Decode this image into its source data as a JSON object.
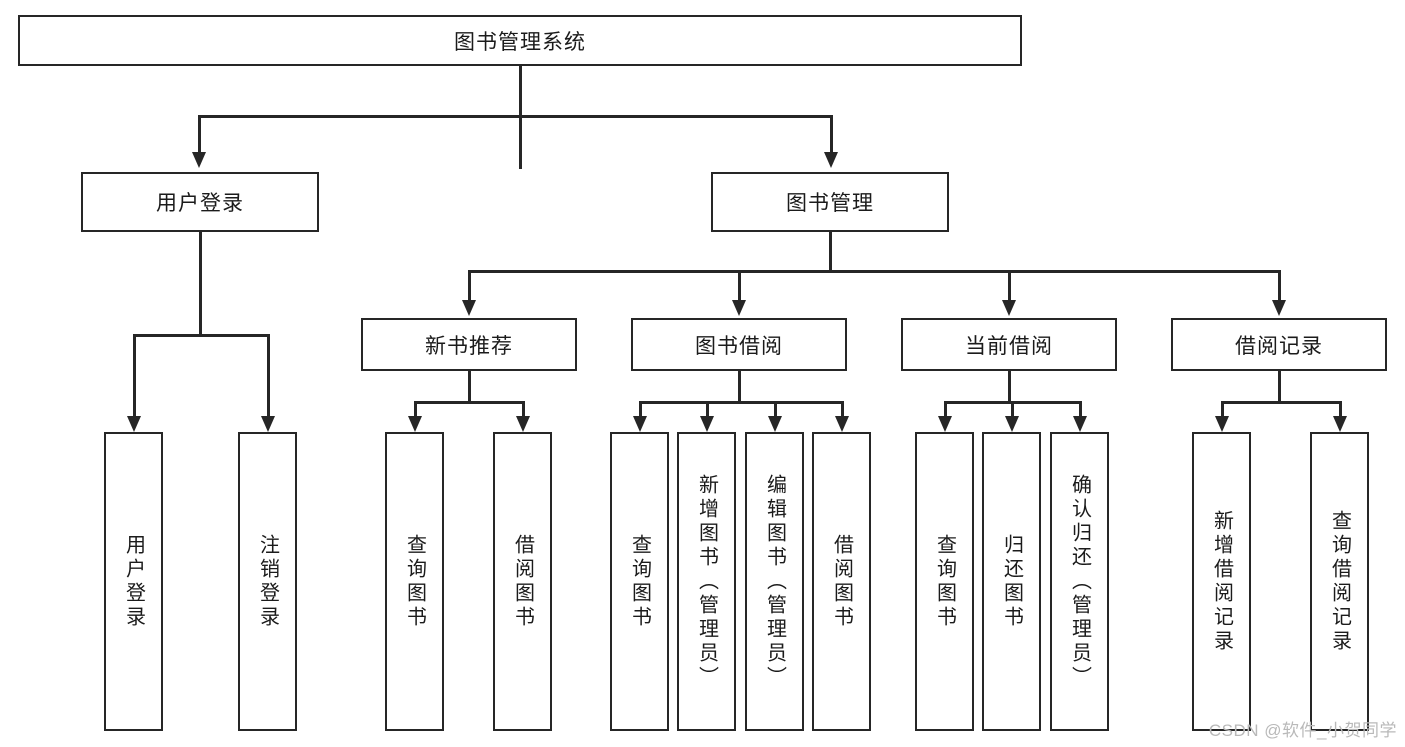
{
  "diagram": {
    "title": "图书管理系统",
    "type": "tree-hierarchy",
    "root": {
      "id": "root",
      "label": "图书管理系统"
    },
    "level2": [
      {
        "id": "user-login",
        "label": "用户登录"
      },
      {
        "id": "book-manage",
        "label": "图书管理"
      }
    ],
    "level3": [
      {
        "id": "new-book-rec",
        "label": "新书推荐",
        "parent": "book-manage"
      },
      {
        "id": "book-borrow",
        "label": "图书借阅",
        "parent": "book-manage"
      },
      {
        "id": "current-borrow",
        "label": "当前借阅",
        "parent": "book-manage"
      },
      {
        "id": "borrow-record",
        "label": "借阅记录",
        "parent": "book-manage"
      }
    ],
    "leaves": {
      "user-login": [
        {
          "id": "leaf-user-login",
          "label": "用户登录"
        },
        {
          "id": "leaf-logout",
          "label": "注销登录"
        }
      ],
      "new-book-rec": [
        {
          "id": "leaf-query-book-1",
          "label": "查询图书"
        },
        {
          "id": "leaf-borrow-book-1",
          "label": "借阅图书"
        }
      ],
      "book-borrow": [
        {
          "id": "leaf-query-book-2",
          "label": "查询图书"
        },
        {
          "id": "leaf-add-book",
          "label": "新增图书（管理员）"
        },
        {
          "id": "leaf-edit-book",
          "label": "编辑图书（管理员）"
        },
        {
          "id": "leaf-borrow-book-2",
          "label": "借阅图书"
        }
      ],
      "current-borrow": [
        {
          "id": "leaf-query-book-3",
          "label": "查询图书"
        },
        {
          "id": "leaf-return-book",
          "label": "归还图书"
        },
        {
          "id": "leaf-confirm-return",
          "label": "确认归还（管理员）"
        }
      ],
      "borrow-record": [
        {
          "id": "leaf-add-record",
          "label": "新增借阅记录"
        },
        {
          "id": "leaf-query-record",
          "label": "查询借阅记录"
        }
      ]
    }
  },
  "watermark": {
    "text": "CSDN @软件_小贺同学"
  },
  "colors": {
    "stroke": "#262626",
    "text": "#1b1b1b",
    "background": "#ffffff",
    "watermark": "#b9b9b9"
  }
}
